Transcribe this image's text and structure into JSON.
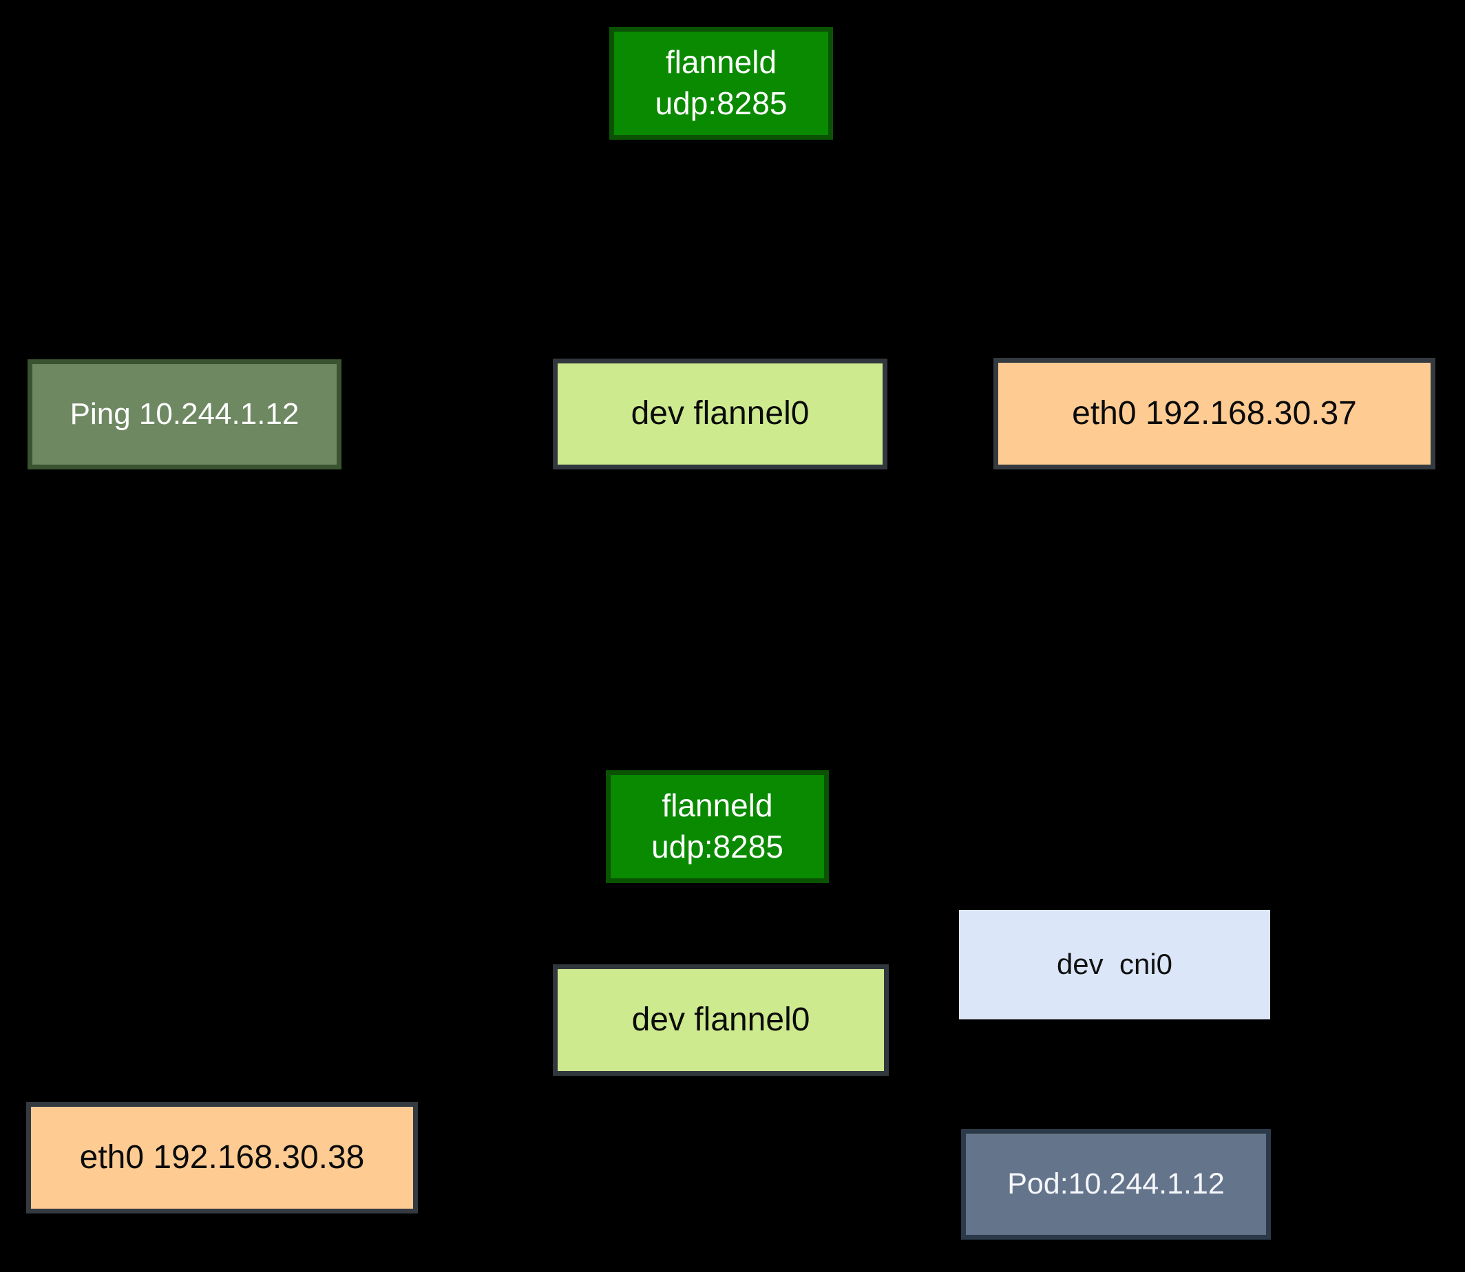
{
  "diagram": {
    "description_colors": {
      "background": "#000000",
      "accent_green": "#098a00",
      "accent_sage": "#6e8862",
      "accent_lightgreen": "#cdea8e",
      "accent_orange": "#fecb93",
      "accent_lightblue": "#dbe7f8",
      "accent_slate": "#64748b"
    },
    "nodes": {
      "flanneld_top": {
        "label": "flanneld\nudp:8285",
        "bg": "#098a00",
        "border": "#0a5303",
        "text": "#ffffff"
      },
      "ping": {
        "label": "Ping 10.244.1.12",
        "bg": "#6e8862",
        "border": "#3a5330",
        "text": "#ffffff"
      },
      "dev_flannel0_a": {
        "label": "dev flannel0",
        "bg": "#cdea8e",
        "border": "#31373d",
        "text": "#0b0b0b"
      },
      "eth0_37": {
        "label": "eth0 192.168.30.37",
        "bg": "#fecb93",
        "border": "#343a40",
        "text": "#0b0b0b"
      },
      "flanneld_bottom": {
        "label": "flanneld\nudp:8285",
        "bg": "#098a00",
        "border": "#0a5303",
        "text": "#ffffff"
      },
      "dev_cni0": {
        "label": "dev  cni0",
        "bg": "#dbe7f8",
        "border": "",
        "text": "#111111"
      },
      "dev_flannel0_b": {
        "label": "dev flannel0",
        "bg": "#cdea8e",
        "border": "#31373d",
        "text": "#0b0b0b"
      },
      "eth0_38": {
        "label": "eth0 192.168.30.38",
        "bg": "#fecb93",
        "border": "#343a40",
        "text": "#0b0b0b"
      },
      "pod": {
        "label": "Pod:10.244.1.12",
        "bg": "#64748b",
        "border": "#2c3949",
        "text": "#f5f7fa"
      }
    }
  }
}
